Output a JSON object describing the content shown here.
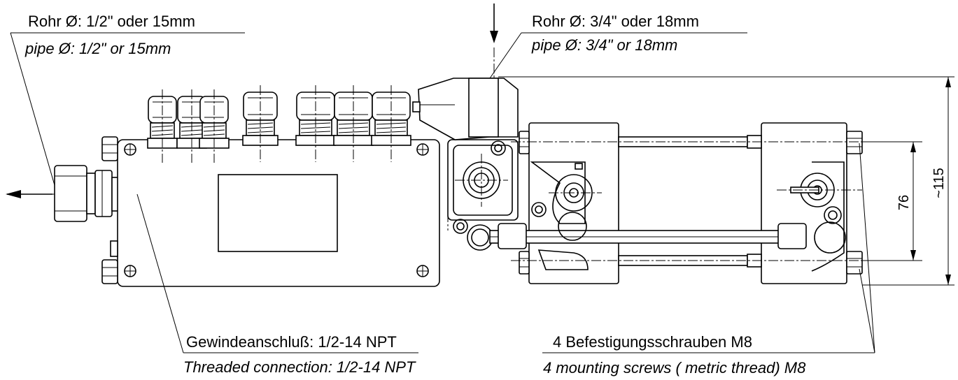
{
  "labels": {
    "inlet_pipe_de": "Rohr Ø: 1/2\" oder 15mm",
    "inlet_pipe_en": "pipe Ø: 1/2\" or 15mm",
    "outlet_pipe_de": "Rohr Ø: 3/4\" oder 18mm",
    "outlet_pipe_en": "pipe Ø: 3/4\" or 18mm",
    "thread_de": "Gewindeanschluß: 1/2-14 NPT",
    "thread_en": "Threaded connection: 1/2-14 NPT",
    "screws_de": "4 Befestigungsschrauben M8",
    "screws_en": "4 mounting screws ( metric thread) M8"
  },
  "dimensions": {
    "inner": "76",
    "outer": "~115"
  }
}
